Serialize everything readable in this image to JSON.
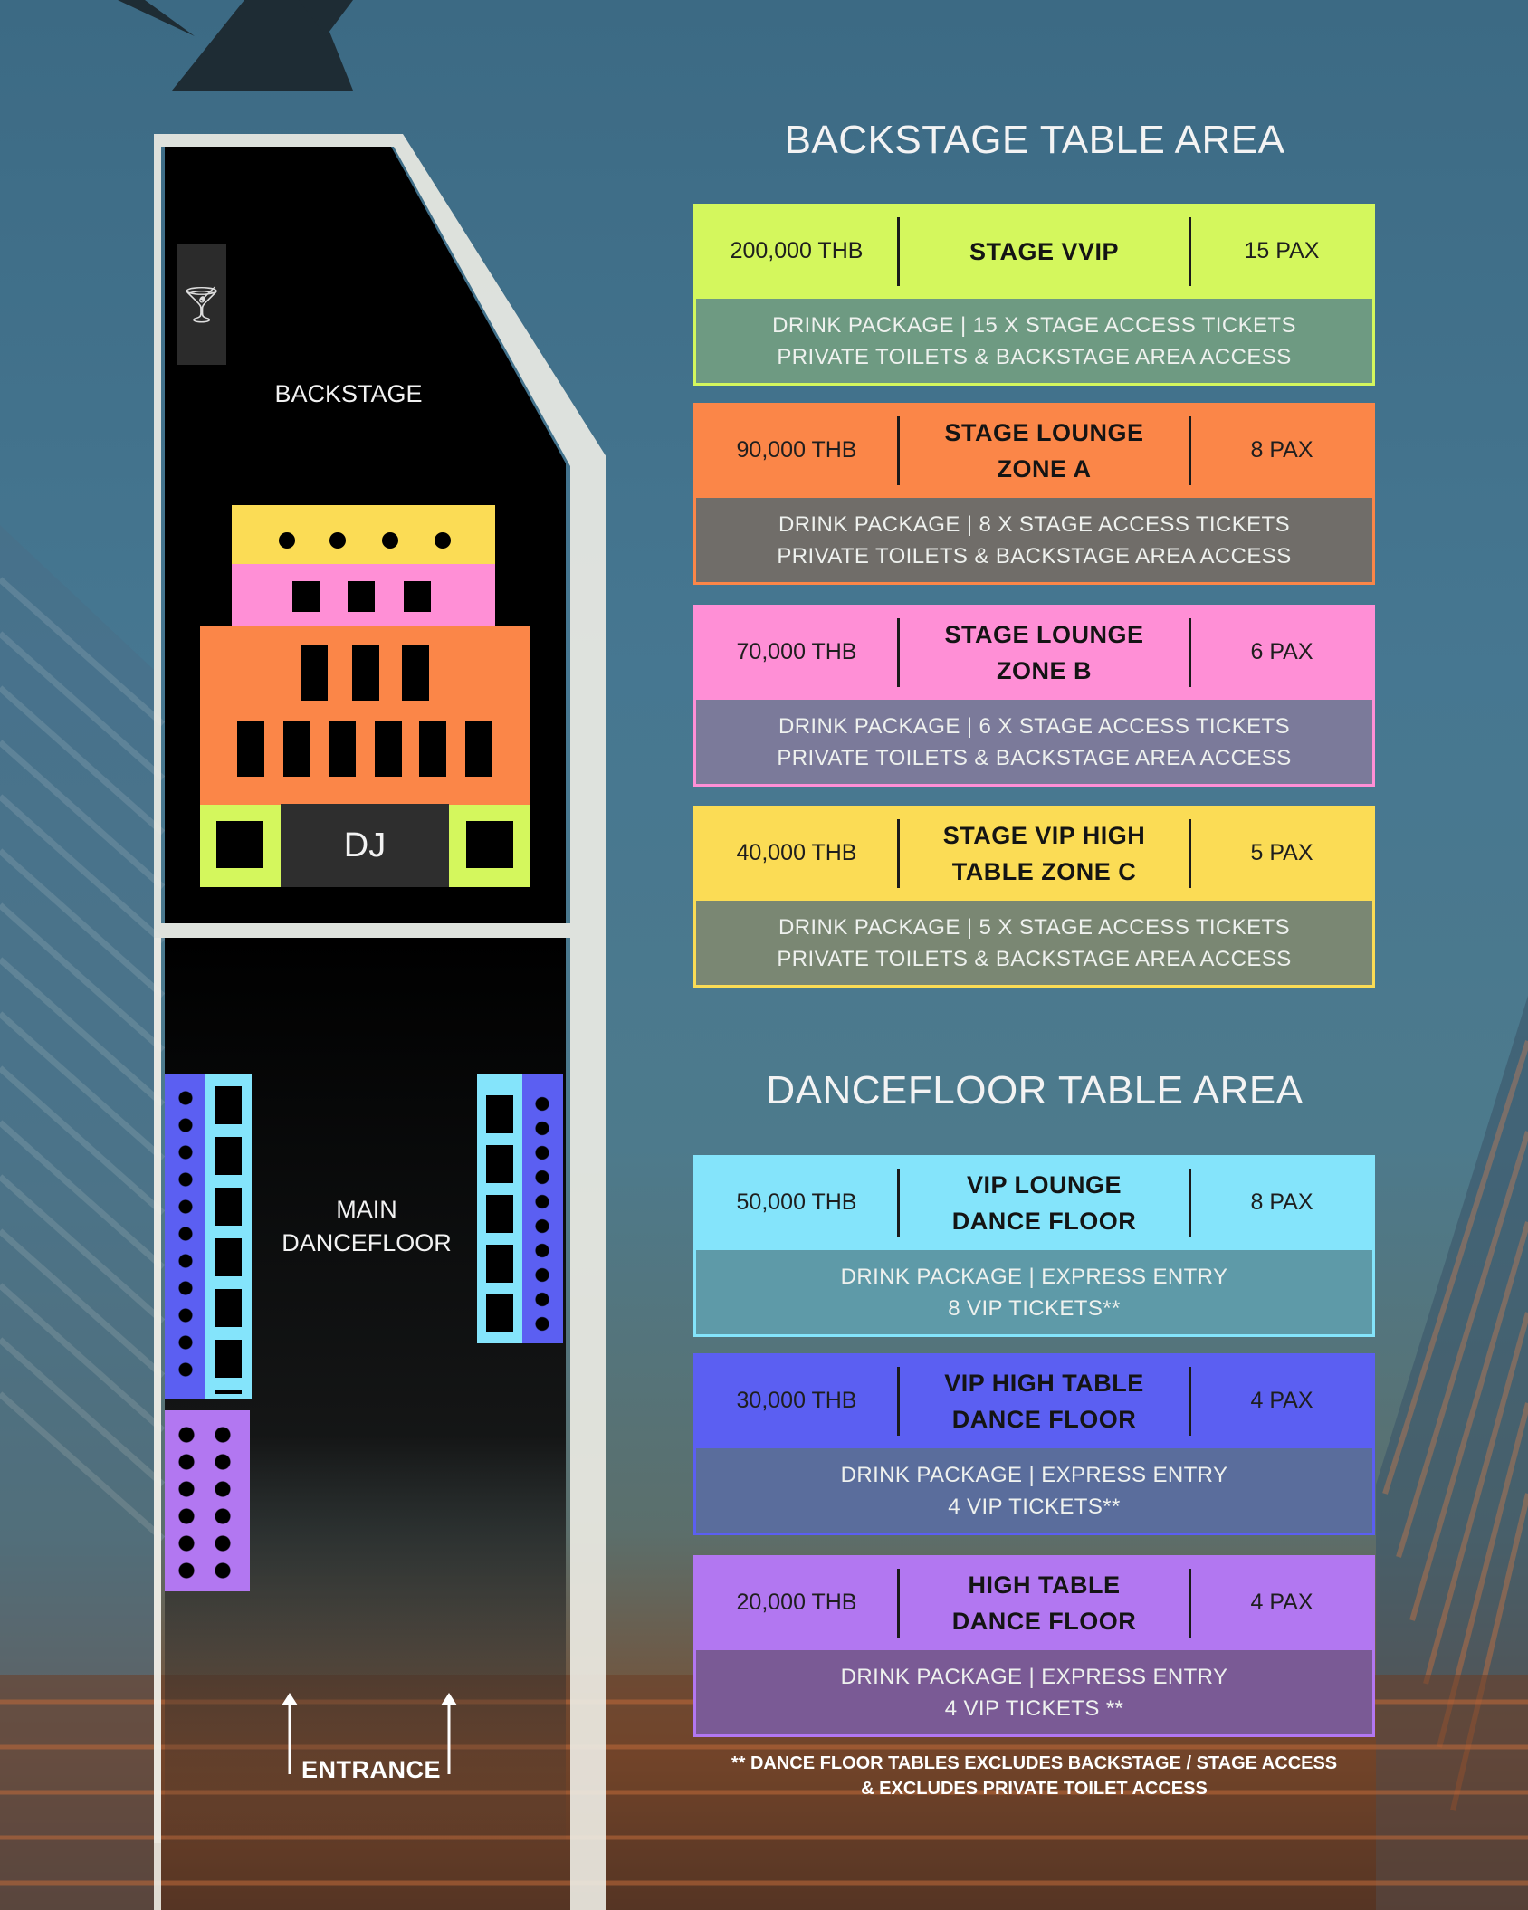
{
  "colors": {
    "stage_vvip": "#d4f75d",
    "stage_vvip_bottom": "#6e9a82",
    "zone_a": "#fb8648",
    "zone_a_bottom": "#706d69",
    "zone_b": "#ff8fd6",
    "zone_b_bottom": "#7b7a9a",
    "zone_c": "#fbdc55",
    "zone_c_bottom": "#7a8773",
    "vip_lounge": "#84e4fb",
    "vip_lounge_bottom": "#5e9aa8",
    "vip_high": "#5b5ff2",
    "vip_high_bottom": "#5a6d9c",
    "high_table": "#b277f1",
    "high_table_bottom": "#7a5a95",
    "floor_black": "#000000",
    "frame_white": "#f2f0ea"
  },
  "floorplan": {
    "backstage_label": "BACKSTAGE",
    "dj_label": "DJ",
    "dancefloor_label_1": "MAIN",
    "dancefloor_label_2": "DANCEFLOOR",
    "entrance_label": "ENTRANCE",
    "bar_icon": "cocktail-glass-icon"
  },
  "backstage": {
    "title": "BACKSTAGE TABLE AREA",
    "packages": [
      {
        "price": "200,000 THB",
        "name_1": "STAGE VVIP",
        "name_2": "",
        "pax": "15 PAX",
        "line_1": "DRINK PACKAGE   | 15 X STAGE ACCESS TICKETS",
        "line_2": "PRIVATE TOILETS & BACKSTAGE AREA ACCESS"
      },
      {
        "price": "90,000 THB",
        "name_1": "STAGE LOUNGE",
        "name_2": "ZONE A",
        "pax": "8 PAX",
        "line_1": "DRINK PACKAGE | 8 X STAGE ACCESS TICKETS",
        "line_2": "PRIVATE TOILETS & BACKSTAGE AREA ACCESS"
      },
      {
        "price": "70,000 THB",
        "name_1": "STAGE LOUNGE",
        "name_2": "ZONE B",
        "pax": "6 PAX",
        "line_1": "DRINK PACKAGE | 6 X STAGE ACCESS TICKETS",
        "line_2": "PRIVATE TOILETS & BACKSTAGE AREA ACCESS"
      },
      {
        "price": "40,000 THB",
        "name_1": "STAGE VIP HIGH",
        "name_2": "TABLE ZONE C",
        "pax": "5 PAX",
        "line_1": "DRINK PACKAGE | 5 X STAGE ACCESS TICKETS",
        "line_2": "PRIVATE TOILETS & BACKSTAGE AREA ACCESS"
      }
    ]
  },
  "dancefloor": {
    "title": "DANCEFLOOR TABLE AREA",
    "packages": [
      {
        "price": "50,000 THB",
        "name_1": "VIP LOUNGE",
        "name_2": "DANCE FLOOR",
        "pax": "8 PAX",
        "line_1": "DRINK PACKAGE | EXPRESS ENTRY",
        "line_2": "8 VIP TICKETS**"
      },
      {
        "price": "30,000 THB",
        "name_1": "VIP HIGH TABLE",
        "name_2": "DANCE FLOOR",
        "pax": "4 PAX",
        "line_1": "DRINK PACKAGE | EXPRESS ENTRY",
        "line_2": "4 VIP TICKETS**"
      },
      {
        "price": "20,000 THB",
        "name_1": "HIGH TABLE",
        "name_2": "DANCE FLOOR",
        "pax": "4 PAX",
        "line_1": "DRINK PACKAGE | EXPRESS ENTRY",
        "line_2": "4 VIP TICKETS **"
      }
    ]
  },
  "footnote": {
    "line_1": "** DANCE FLOOR TABLES EXCLUDES BACKSTAGE / STAGE ACCESS",
    "line_2": "& EXCLUDES PRIVATE TOILET ACCESS"
  }
}
